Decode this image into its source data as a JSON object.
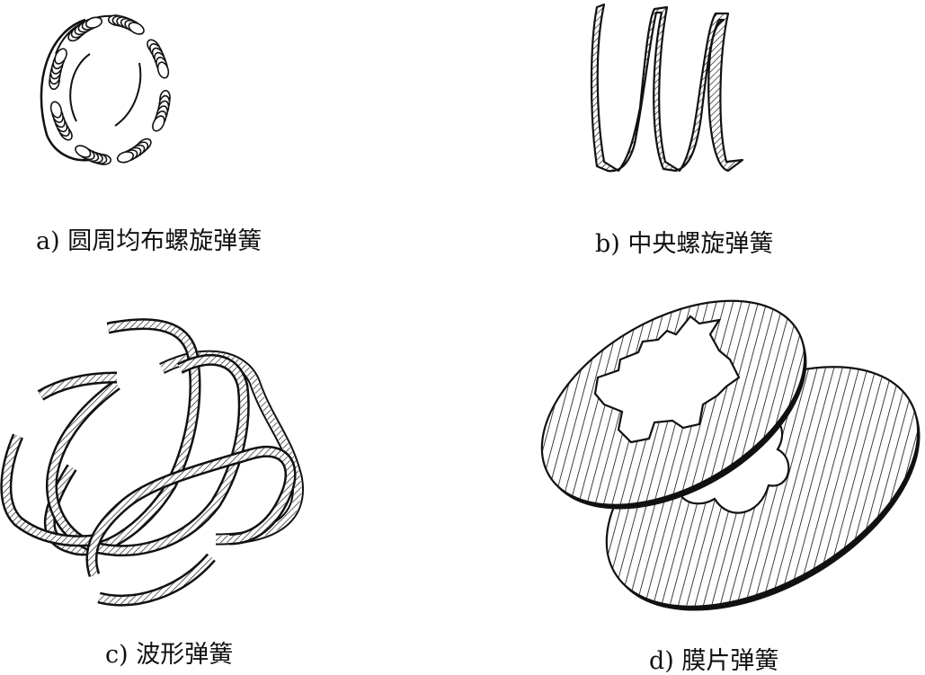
{
  "figure": {
    "captions": {
      "a": "a) 圆周均布螺旋弹簧",
      "b": "b) 中央螺旋弹簧",
      "c": "c) 波形弹簧",
      "d": "d) 膜片弹簧"
    }
  }
}
